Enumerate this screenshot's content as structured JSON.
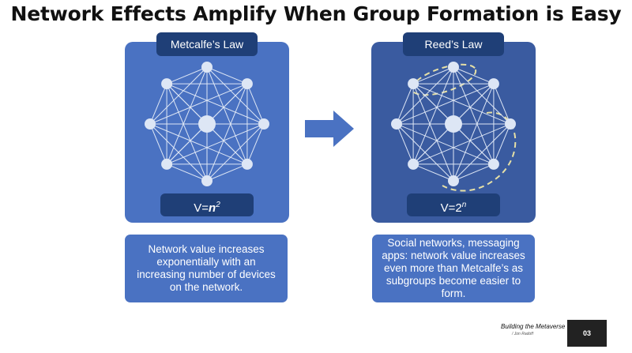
{
  "title": "Network Effects Amplify When Group Formation is Easy",
  "left": {
    "label": "Metcalfe’s Law",
    "formula_prefix": "V=",
    "formula_base": "n",
    "formula_exp": "2",
    "description": "Network value increases exponentially with an increasing number of devices on the network."
  },
  "right": {
    "label": "Reed’s Law",
    "formula_prefix": "V=",
    "formula_base": "2",
    "formula_exp": "n",
    "description": "Social networks, messaging apps: network value increases even more than Metcalfe’s as subgroups become easier to form."
  },
  "watermark": {
    "brand": "Building the Metaverse",
    "sub": "/ Jon Radoff",
    "logo_text": "03"
  },
  "colors": {
    "panel_left": "#4a72c2",
    "panel_right": "#3a5ba0",
    "label_bg": "#1f3f77",
    "arrow": "#4a72c2",
    "node": "#dde6f5",
    "subgroup_outline": "#e6e0a6"
  }
}
